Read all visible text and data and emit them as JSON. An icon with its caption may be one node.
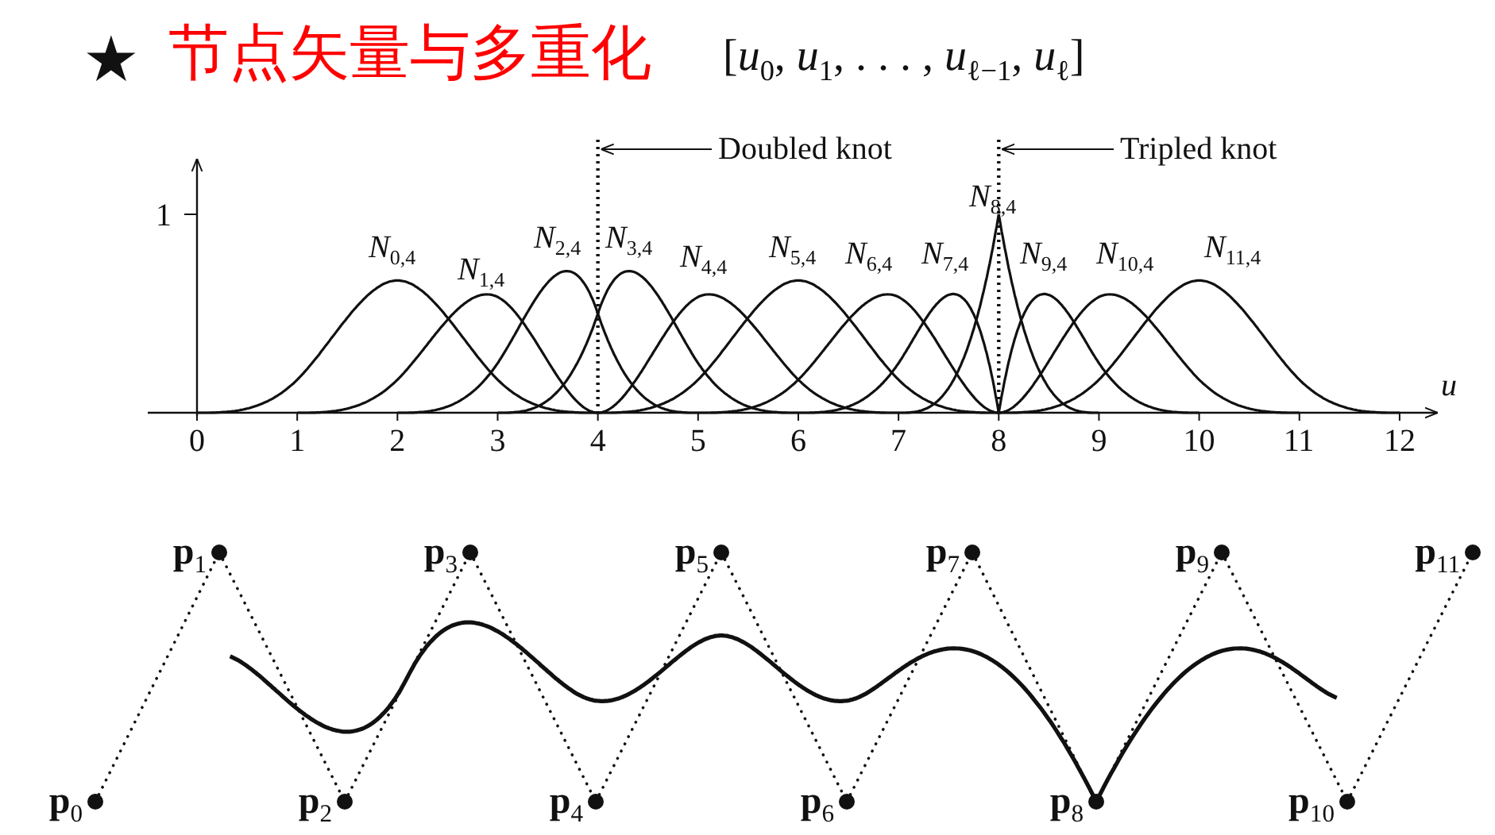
{
  "diagram": {
    "title": "节点矢量与多重化",
    "nodes": [
      {
        "text": [
          "Doubled knot"
        ]
      },
      {
        "text": [
          "Tripled knot"
        ]
      },
      {
        "text": [
          "**p**$_{0}$"
        ]
      },
      {
        "text": [
          "**p**$_{1}$"
        ]
      },
      {
        "text": [
          "**p**$_{2}$"
        ]
      },
      {
        "text": [
          "**p**$_{3}$"
        ]
      },
      {
        "text": [
          "**p**$_{4}$"
        ]
      },
      {
        "text": [
          "**p**$_{5}$"
        ]
      },
      {
        "text": [
          "**p**$_{6}$"
        ]
      },
      {
        "text": [
          "**p**$_{7}$"
        ]
      },
      {
        "text": [
          "**p**$_{8}$"
        ]
      },
      {
        "text": [
          "**p**$_{9}$"
        ]
      },
      {
        "text": [
          "**p**$_{10}$"
        ]
      },
      {
        "text": [
          "**p**$_{11}$"
        ]
      }
    ],
    "edges": [
      {
        "from": 0,
        "to": null,
        "arrow": "to"
      },
      {
        "from": 1,
        "to": null,
        "arrow": "to"
      },
      {
        "from": 2,
        "to": 3,
        "arrow": "none",
        "style": "dashed"
      },
      {
        "from": 3,
        "to": 4,
        "arrow": "none",
        "style": "dashed"
      },
      {
        "from": 4,
        "to": 5,
        "arrow": "none",
        "style": "dashed"
      },
      {
        "from": 5,
        "to": 6,
        "arrow": "none",
        "style": "dashed"
      },
      {
        "from": 6,
        "to": 7,
        "arrow": "none",
        "style": "dashed"
      },
      {
        "from": 7,
        "to": 8,
        "arrow": "none",
        "style": "dashed"
      },
      {
        "from": 8,
        "to": 9,
        "arrow": "none",
        "style": "dashed"
      },
      {
        "from": 9,
        "to": 10,
        "arrow": "none",
        "style": "dashed"
      },
      {
        "from": 10,
        "to": 11,
        "arrow": "none",
        "style": "dashed"
      },
      {
        "from": 11,
        "to": 12,
        "arrow": "none",
        "style": "dashed"
      },
      {
        "from": 12,
        "to": 13,
        "arrow": "none",
        "style": "dashed"
      }
    ],
    "labels": [
      "★",
      "[*u*$_{0}$, *u*$_{1}$, . . . , *u*$_{ℓ−1}$, *u*$_{ℓ}$]",
      "1",
      "*N*$_{0,4}$",
      "*N*$_{1,4}$",
      "*N*$_{2,4}$",
      "*N*$_{3,4}$",
      "*N*$_{4,4}$",
      "*N*$_{5,4}$",
      "*N*$_{6,4}$",
      "*N*$_{7,4}$",
      "*N*$_{8,4}$",
      "*N*$_{9,4}$",
      "*N*$_{10,4}$",
      "*N*$_{11,4}$",
      "*u*",
      "0",
      "1",
      "2",
      "3",
      "4",
      "5",
      "6",
      "7",
      "8",
      "9",
      "10",
      "11",
      "12"
    ]
  }
}
